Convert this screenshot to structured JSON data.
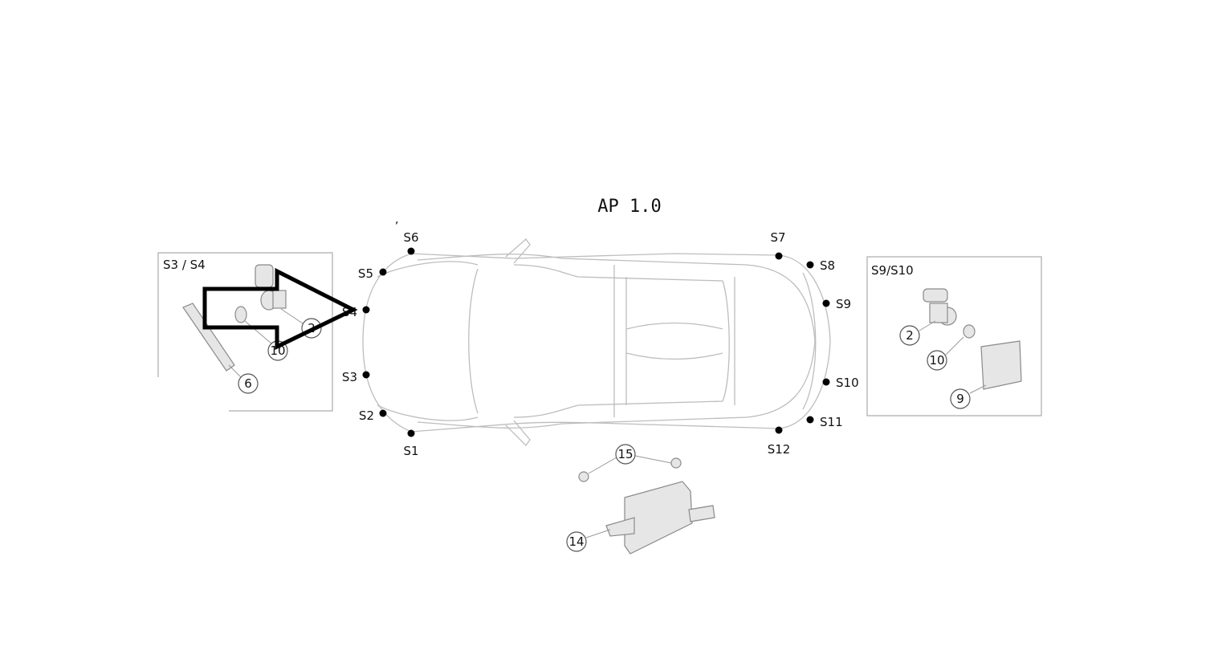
{
  "title": "AP 1.0",
  "sensors": [
    "S1",
    "S2",
    "S3",
    "S4",
    "S5",
    "S6",
    "S7",
    "S8",
    "S9",
    "S10",
    "S11",
    "S12"
  ],
  "detail_left": {
    "title": "S3 / S4",
    "callouts": [
      "2",
      "10",
      "6"
    ]
  },
  "detail_right": {
    "title": "S9/S10",
    "callouts": [
      "2",
      "10",
      "9"
    ]
  },
  "module_callouts": [
    "15",
    "14"
  ],
  "arrow_color": "#000000"
}
